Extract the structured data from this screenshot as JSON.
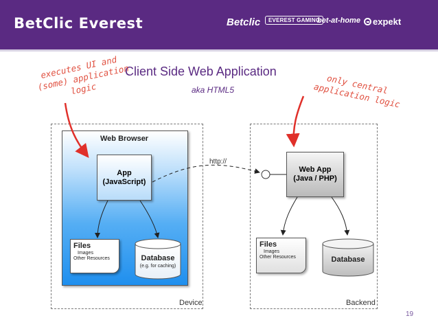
{
  "header": {
    "brand": "BetClic Everest",
    "partners": [
      "Betclic",
      "EVEREST GAMING",
      "bet-at-home",
      "expekt"
    ]
  },
  "slide": {
    "title": "Client Side Web Application",
    "subtitle": "aka HTML5",
    "page_number": "19"
  },
  "notes": {
    "client_line1": "executes UI and",
    "client_line2": "(some) application",
    "client_line3": "logic",
    "server_line1": "only central",
    "server_line2": "application logic"
  },
  "diagram": {
    "device_label": "Device",
    "backend_label": "Backend",
    "browser_label": "Web Browser",
    "client_app": {
      "title": "App",
      "subtitle": "(JavaScript)"
    },
    "client_files": {
      "title": "Files",
      "line1": "Images",
      "line2": "Other Resources"
    },
    "client_db": {
      "title": "Database",
      "subtitle": "(e.g. for caching)"
    },
    "protocol": "http://",
    "server_app": {
      "title": "Web App",
      "subtitle": "(Java / PHP)"
    },
    "server_files": {
      "title": "Files",
      "line1": "Images",
      "line2": "Other Resources"
    },
    "server_db": {
      "title": "Database"
    }
  },
  "colors": {
    "header_bg": "#5a2a82",
    "title_text": "#5a2a82",
    "note_red": "#e05040",
    "browser_blue": "#1f8fee"
  }
}
